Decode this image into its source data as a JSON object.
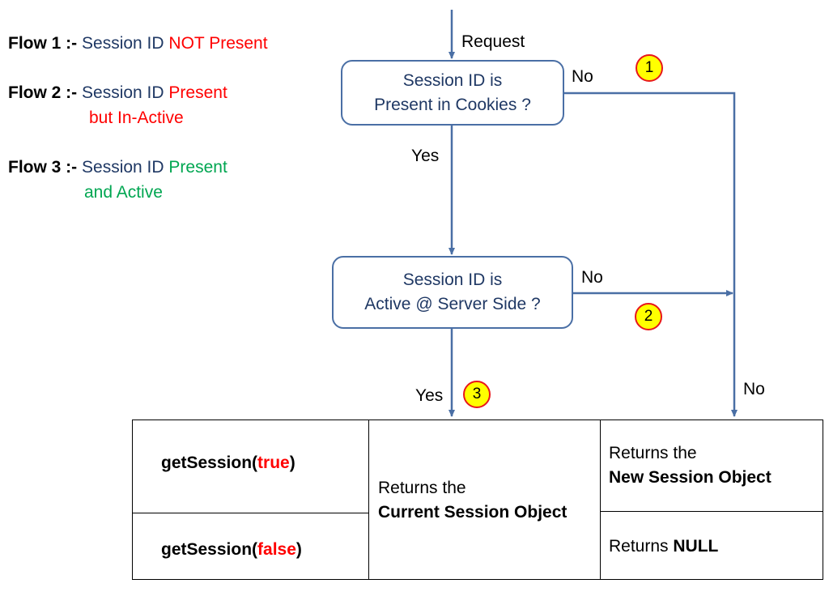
{
  "legend": {
    "flow1": {
      "label": "Flow 1 :-",
      "text": "Session ID",
      "highlight": "NOT Present"
    },
    "flow2": {
      "label": "Flow 2 :-",
      "text": "Session ID",
      "highlight": "Present",
      "cont": "but In-Active"
    },
    "flow3": {
      "label": "Flow 3 :-",
      "text": "Session ID",
      "highlight": "Present",
      "cont": "and Active"
    }
  },
  "flowchart": {
    "request_label": "Request",
    "decision1": {
      "line1": "Session ID is",
      "line2": "Present in Cookies ?"
    },
    "decision2": {
      "line1": "Session ID is",
      "line2": "Active @ Server Side ?"
    },
    "no1": "No",
    "no2": "No",
    "no3": "No",
    "yes1": "Yes",
    "yes2": "Yes",
    "badge1": "1",
    "badge2": "2",
    "badge3": "3"
  },
  "table": {
    "row1": {
      "method": "getSession(",
      "arg": "true",
      "close": ")"
    },
    "row2": {
      "method": "getSession(",
      "arg": "false",
      "close": ")"
    },
    "current": {
      "line1": "Returns the",
      "line2": "Current Session Object"
    },
    "new_obj": {
      "line1": "Returns the",
      "line2": "New Session Object"
    },
    "null_obj": {
      "prefix": "Returns ",
      "value": "NULL"
    }
  },
  "colors": {
    "box_border": "#4a6fa5",
    "arrow": "#4a6fa5",
    "navy_text": "#1f3864",
    "red_text": "#ff0000",
    "green_text": "#00a651",
    "badge_fill": "#ffff00",
    "badge_border": "#e8161b"
  }
}
